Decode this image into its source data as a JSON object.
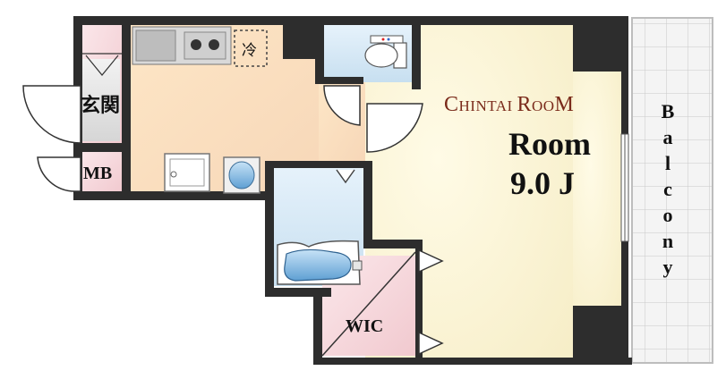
{
  "labels": {
    "entrance": "玄関",
    "meter_box": "MB",
    "fridge": "冷",
    "room_name": "Room",
    "room_size": "9.0 J",
    "walk_in_closet": "WIC",
    "balcony": [
      "B",
      "a",
      "l",
      "c",
      "o",
      "n",
      "y"
    ]
  },
  "brand": {
    "c1": "C",
    "t1": "HINTAI ",
    "c2": "R",
    "t2": "OO",
    "c3": "M"
  }
}
